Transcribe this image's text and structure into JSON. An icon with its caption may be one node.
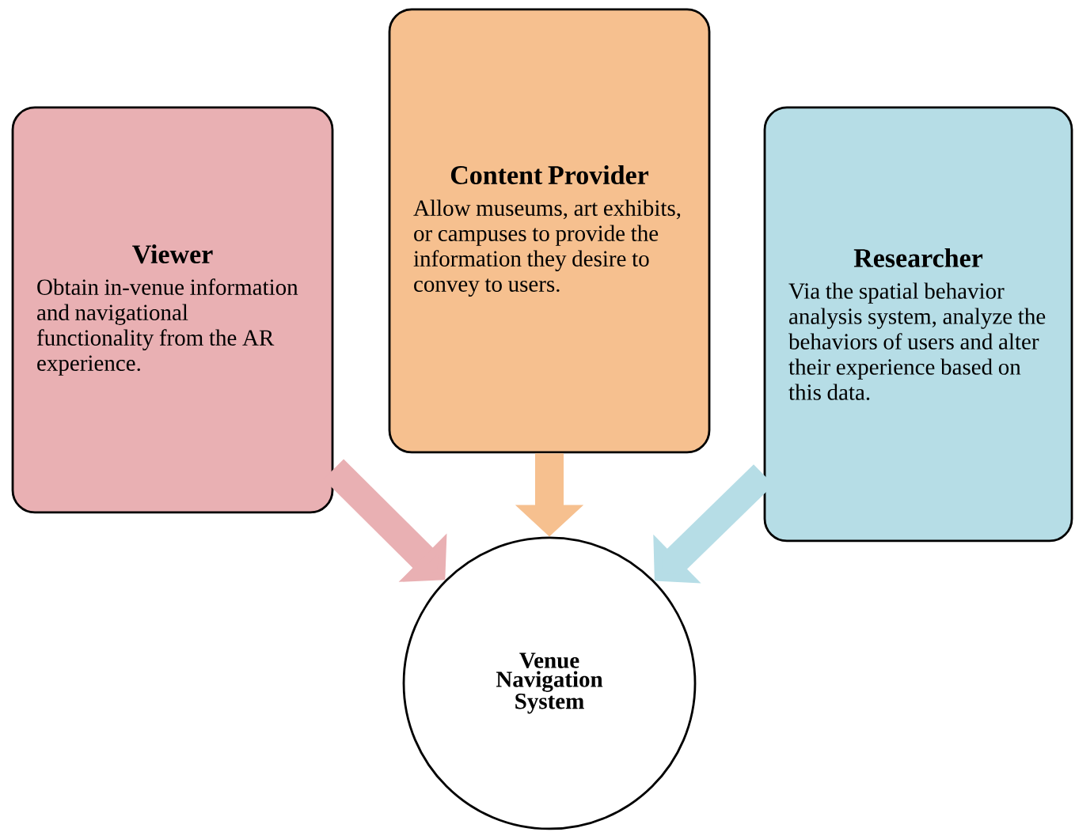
{
  "diagram": {
    "nodes": [
      {
        "text": [
          "Viewer",
          "Obtain in-venue information and navigational functionality from the AR experience."
        ]
      },
      {
        "text": [
          "Content Provider",
          "Allow museums, art exhibits, or campuses to provide the information they desire to convey to users."
        ]
      },
      {
        "text": [
          "Researcher",
          "Via the spatial behavior analysis system, analyze the behaviors of users and alter their experience based on this data."
        ]
      },
      {
        "text": [
          "Venue Navigation System"
        ]
      }
    ],
    "edges": [
      {
        "from": 0,
        "to": 3,
        "arrow": "to",
        "color": "#e9b0b3"
      },
      {
        "from": 1,
        "to": 3,
        "arrow": "to",
        "color": "#f6c08f"
      },
      {
        "from": 2,
        "to": 3,
        "arrow": "to",
        "color": "#b6dde6"
      }
    ]
  }
}
